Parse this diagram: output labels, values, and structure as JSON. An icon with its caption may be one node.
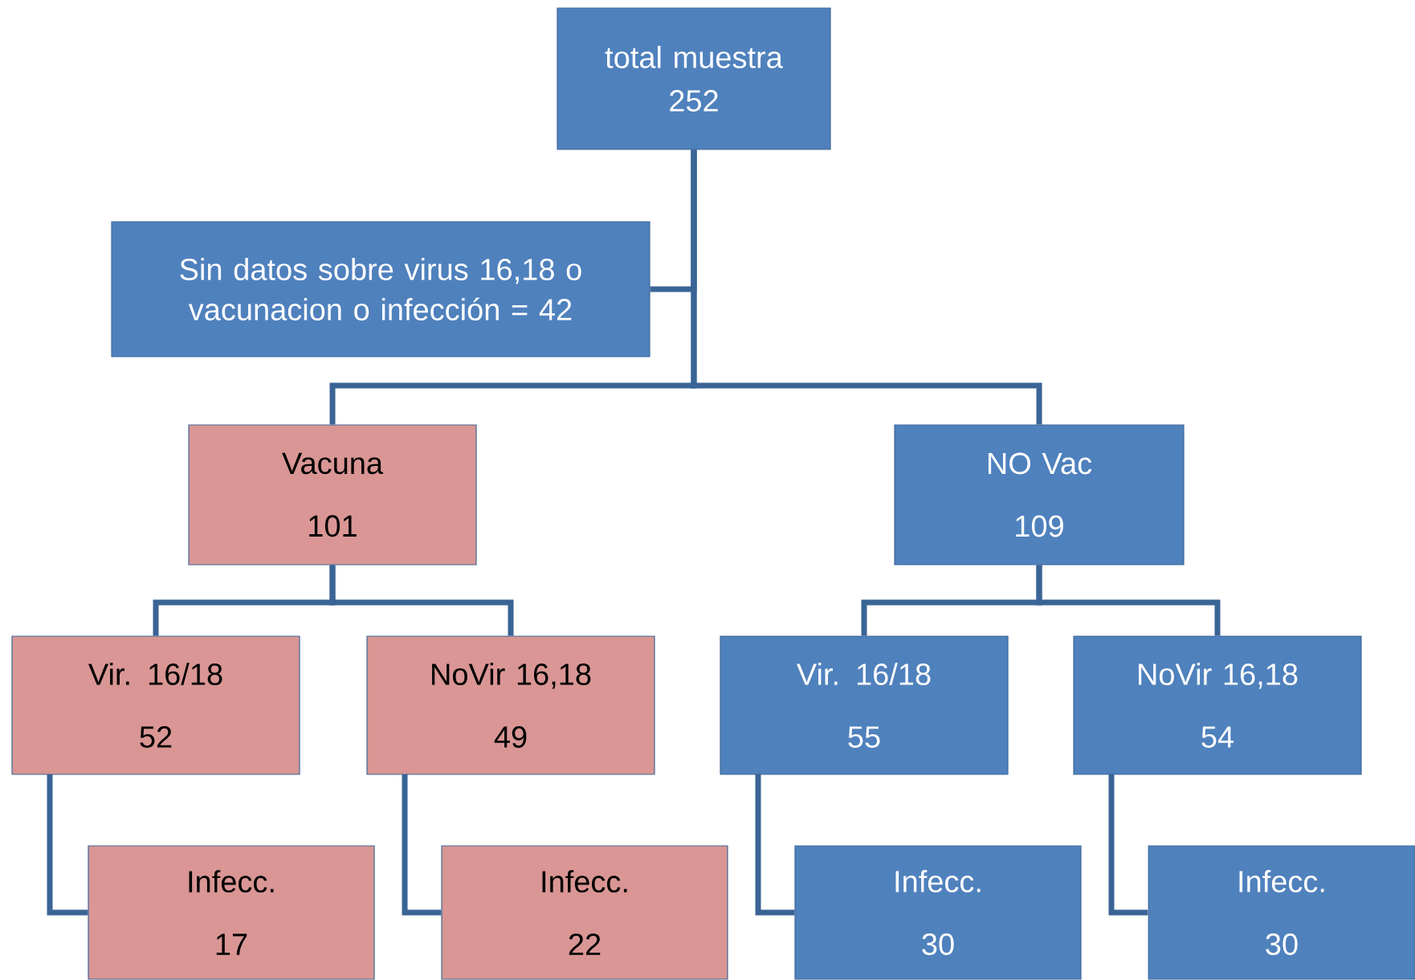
{
  "diagram": {
    "nodes": [
      {
        "text": [
          "total muestra",
          "252"
        ]
      },
      {
        "text": [
          "Sin datos sobre virus 16,18 o vacunacion o infección = 42"
        ]
      },
      {
        "text": [
          "Vacuna",
          "101"
        ]
      },
      {
        "text": [
          "NO Vac",
          "109"
        ]
      },
      {
        "text": [
          "Vir. 16/18",
          "52"
        ]
      },
      {
        "text": [
          "NoVir 16,18",
          "49"
        ]
      },
      {
        "text": [
          "Vir. 16/18",
          "55"
        ]
      },
      {
        "text": [
          "NoVir 16,18",
          "54"
        ]
      },
      {
        "text": [
          "Infecc.",
          "17"
        ]
      },
      {
        "text": [
          "Infecc.",
          "22"
        ]
      },
      {
        "text": [
          "Infecc.",
          "30"
        ]
      },
      {
        "text": [
          "Infecc.",
          "30"
        ]
      }
    ],
    "edges": [
      {
        "from": 0,
        "to": 1,
        "arrow": "none"
      },
      {
        "from": 0,
        "to": 2,
        "arrow": "none"
      },
      {
        "from": 0,
        "to": 3,
        "arrow": "none"
      },
      {
        "from": 2,
        "to": 4,
        "arrow": "none"
      },
      {
        "from": 2,
        "to": 5,
        "arrow": "none"
      },
      {
        "from": 3,
        "to": 6,
        "arrow": "none"
      },
      {
        "from": 3,
        "to": 7,
        "arrow": "none"
      },
      {
        "from": 4,
        "to": 8,
        "arrow": "none"
      },
      {
        "from": 5,
        "to": 9,
        "arrow": "none"
      },
      {
        "from": 6,
        "to": 10,
        "arrow": "none"
      },
      {
        "from": 7,
        "to": 11,
        "arrow": "none"
      }
    ]
  }
}
